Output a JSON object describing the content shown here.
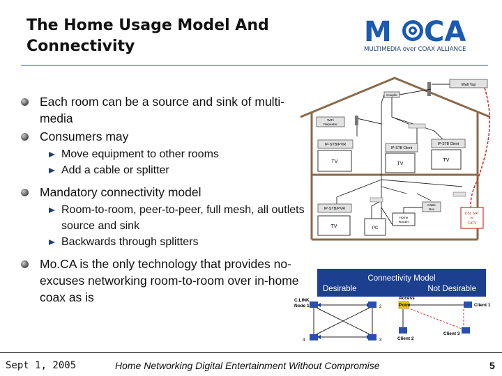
{
  "title": {
    "line1": "The Home Usage Model And",
    "line2": "Connectivity"
  },
  "logo": {
    "mark": "M",
    "mark2": "CA",
    "tagline": "MULTIMEDIA over COAX ALLIANCE"
  },
  "bullets": [
    {
      "text": "Each room can be a source and sink of multi-media"
    },
    {
      "text": "Consumers may",
      "sub": [
        "Move equipment to other rooms",
        "Add a cable or splitter"
      ]
    },
    {
      "text": "Mandatory connectivity model",
      "sub": [
        "Room-to-room, peer-to-peer, full mesh, all outlets source and sink",
        "Backwards through splitters"
      ]
    },
    {
      "text": "Mo.CA is the only technology that provides no-excuses networking room-to-room over in-home coax as is"
    }
  ],
  "house": {
    "wall_tap": "Wall Tap",
    "coupler": "Coupler",
    "wifi": "WiFi Repeater",
    "stb1": "IP-STB/PVR",
    "stb2": "IP-STB Client",
    "stb3": "IP-STB Client",
    "stb4": "IP-STB/PVR",
    "tv1": "TV",
    "tv2": "TV",
    "tv3": "TV",
    "tv4": "TV",
    "pc": "PC",
    "router": "Home Router",
    "cable_box": "Cable Box",
    "dsl": "DSL Sat or CATV"
  },
  "connectivity": {
    "title": "Connectivity Model",
    "desirable": "Desirable",
    "not_desirable": "Not Desirable",
    "clink": "C.LINK",
    "node1": "Node 1",
    "n2": "2",
    "n3": "3",
    "n4": "4",
    "access_point": "Access Point",
    "client1": "Client 1",
    "client2": "Client 2",
    "client3": "Client 3"
  },
  "footer": {
    "date": "Sept 1, 2005",
    "tagline": "Home Networking Digital Entertainment Without Compromise",
    "page": "5"
  },
  "colors": {
    "navy": "#1d3f8f",
    "red": "#d03030",
    "logo_blue": "#1a5ab0"
  }
}
